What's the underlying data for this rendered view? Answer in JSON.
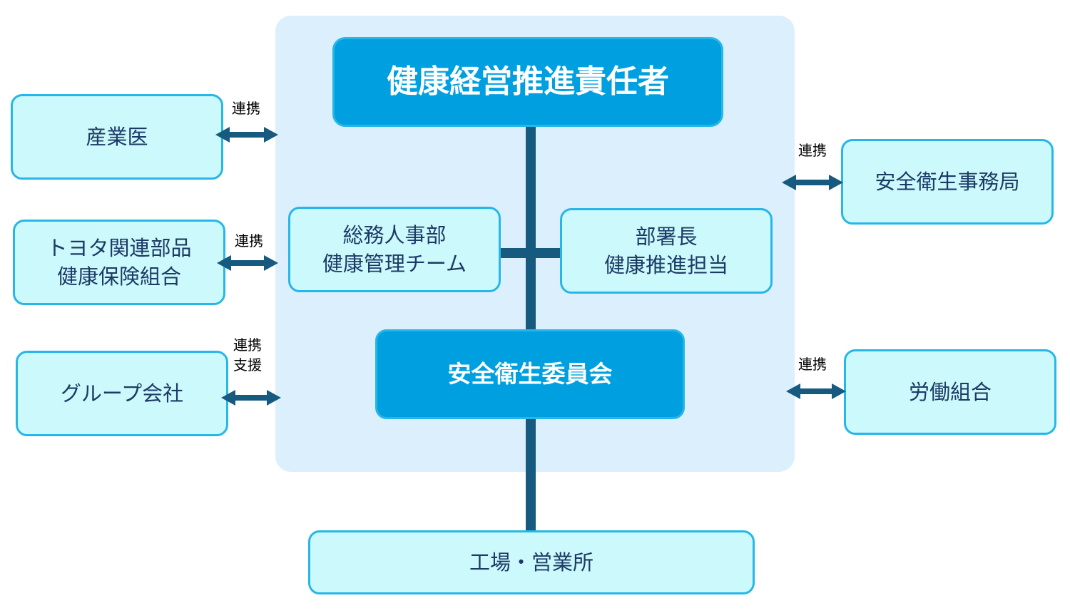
{
  "diagram": {
    "center": {
      "manager": "健康経営推進責任者",
      "hr_team": [
        "総務人事部",
        "健康管理チーム"
      ],
      "dept_head": [
        "部署長",
        "健康推進担当"
      ],
      "committee": "安全衛生委員会"
    },
    "bottom": "工場・営業所",
    "left": [
      {
        "name": [
          "産業医"
        ],
        "link": [
          "連携"
        ]
      },
      {
        "name": [
          "トヨタ関連部品",
          "健康保険組合"
        ],
        "link": [
          "連携"
        ]
      },
      {
        "name": [
          "グループ会社"
        ],
        "link": [
          "連携",
          "支援"
        ]
      }
    ],
    "right": [
      {
        "name": [
          "安全衛生事務局"
        ],
        "link": [
          "連携"
        ]
      },
      {
        "name": [
          "労働組合"
        ],
        "link": [
          "連携"
        ]
      }
    ],
    "colors": {
      "panel": "#dbeffc",
      "dark_box": "#00a0e0",
      "light_box": "#ccf9fb",
      "border": "#26b7e8",
      "connector": "#175a80"
    }
  }
}
